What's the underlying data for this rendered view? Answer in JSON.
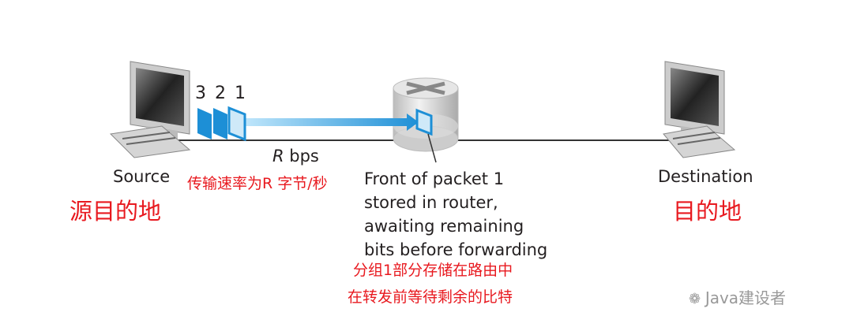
{
  "packets": [
    "3",
    "2",
    "1"
  ],
  "link_label": {
    "italic": "R",
    "unit": " bps"
  },
  "source": {
    "label": "Source",
    "label_cn": "源目的地"
  },
  "rate_cn": "传输速率为R 字节/秒",
  "destination": {
    "label": "Destination",
    "label_cn": "目的地"
  },
  "router_note": [
    "Front of packet 1",
    "stored in router,",
    "awaiting remaining",
    "bits before forwarding"
  ],
  "router_note_cn": [
    "分组1部分存储在路由中",
    "在转发前等待剩余的比特"
  ],
  "watermark": "Java建设者",
  "colors": {
    "annotation": "#e8191f",
    "packet": "#1d8fd6"
  }
}
